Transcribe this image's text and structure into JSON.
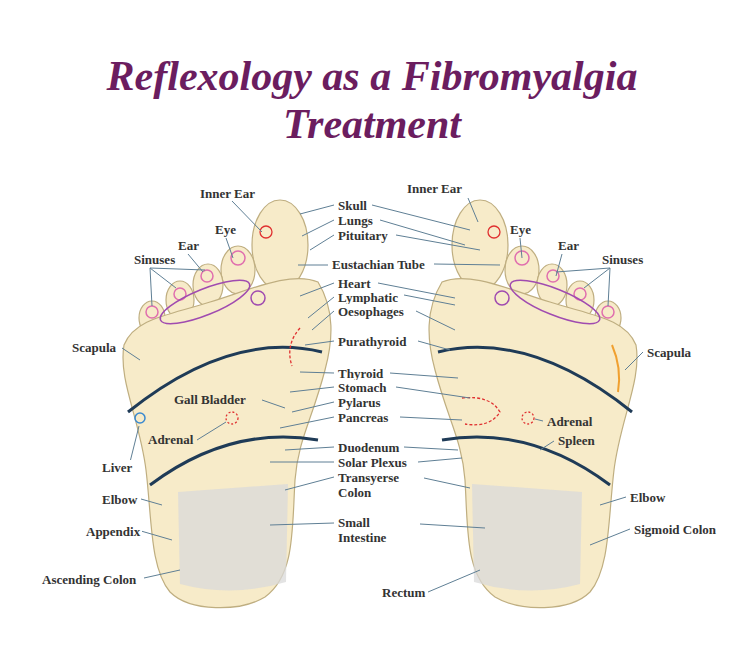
{
  "diagram": {
    "title": "Reflexology as a Fibromyalgia Treatment",
    "labels": [
      "Inner Ear",
      "Eye",
      "Ear",
      "Sinuses",
      "Scapula",
      "Gall Bladder",
      "Adrenal",
      "Liver",
      "Elbow",
      "Appendix",
      "Ascending Colon",
      "Skull",
      "Lungs",
      "Pituitary",
      "Eustachian Tube",
      "Heart",
      "Lymphatic",
      "Oesophages",
      "Purathyroid",
      "Thyroid",
      "Stomach",
      "Pylarus",
      "Pancreas",
      "Duodenum",
      "Solar Plexus",
      "Transyerse Colon",
      "Small Intestine",
      "Rectum",
      "Inner Ear",
      "Eye",
      "Ear",
      "Sinuses",
      "Scapula",
      "Adrenal",
      "Spleen",
      "Elbow",
      "Sigmoid Colon"
    ]
  }
}
